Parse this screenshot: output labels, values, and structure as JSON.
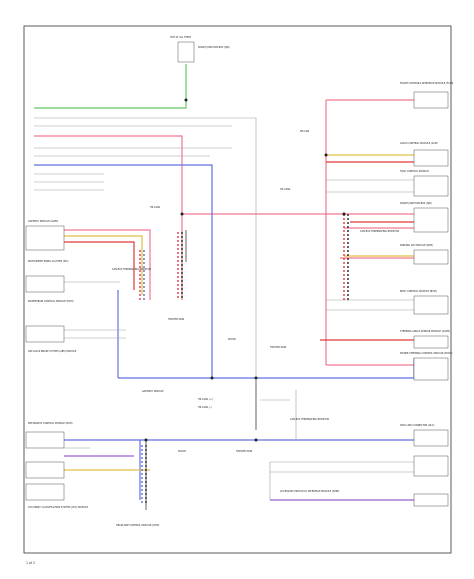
{
  "page": {
    "number": "1 of 2",
    "background": "#ffffff",
    "frame_color": "#333333"
  },
  "colors": {
    "green": "#64c864",
    "pink": "#f07890",
    "blue": "#6070e0",
    "red": "#e03a3a",
    "yellow": "#e0c040",
    "gray": "#a0a0a0",
    "black": "#222222",
    "violet": "#9b5fd0"
  },
  "labels": {
    "top_fuse": "HOT AT ALL TIMES",
    "top_fuse_detail": "SMART JUNCTION BOX (SJB)",
    "left_module_1": "GATEWAY MODULE (GWM)",
    "left_module_2": "INSTRUMENT PANEL CLUSTER (IPC)",
    "left_module_3": "POWERTRAIN CONTROL MODULE (PCM)",
    "left_module_4": "ANTI-LOCK BRAKE SYSTEM (ABS) MODULE",
    "left_module_5": "RESTRAINTS CONTROL MODULE (RCM)",
    "left_module_6": "OCCUPANT CLASSIFICATION SYSTEM (OCS) MODULE",
    "right_module_1": "FRONT CONTROLS INTERFACE MODULE (FCIM)",
    "right_module_2": "AUDIO CONTROL MODULE (ACM)",
    "right_module_3": "HVAC CONTROL MODULE",
    "right_module_4": "SMART JUNCTION BOX (SJB)",
    "right_module_5": "PARKING AID MODULE (PAM)",
    "right_module_6": "BODY CONTROL MODULE (BCM)",
    "right_module_7": "STEERING ANGLE SENSOR MODULE (SASM)",
    "right_module_8": "POWER STEERING CONTROL MODULE (PSCM)",
    "right_module_9": "DATA LINK CONNECTOR (DLC)",
    "center_label_1": "HS-CAN1",
    "center_label_2": "HS-CAN2",
    "center_label_3": "MS-CAN",
    "center_label_4": "CAN BUS TERMINATING RESISTOR",
    "center_label_5": "TWISTED PAIR",
    "center_label_6": "SPLICE",
    "center_label_7": "CAN BUS TERMINATING RESISTOR",
    "center_label_8": "TWISTED PAIR",
    "bottom_label_1": "GATEWAY MODULE",
    "bottom_label_2": "HS-CAN1 (+)",
    "bottom_label_3": "HS-CAN1 (-)",
    "bottom_label_4": "SPLICE",
    "bottom_label_5": "TWISTED PAIR",
    "bottom_label_6": "CAN BUS TERMINATING RESISTOR",
    "bottom_label_7": "ACCESSORY PROTOCOL INTERFACE MODULE (APIM)",
    "bottom_label_8": "HEADLAMP CONTROL MODULE (HCM)"
  }
}
